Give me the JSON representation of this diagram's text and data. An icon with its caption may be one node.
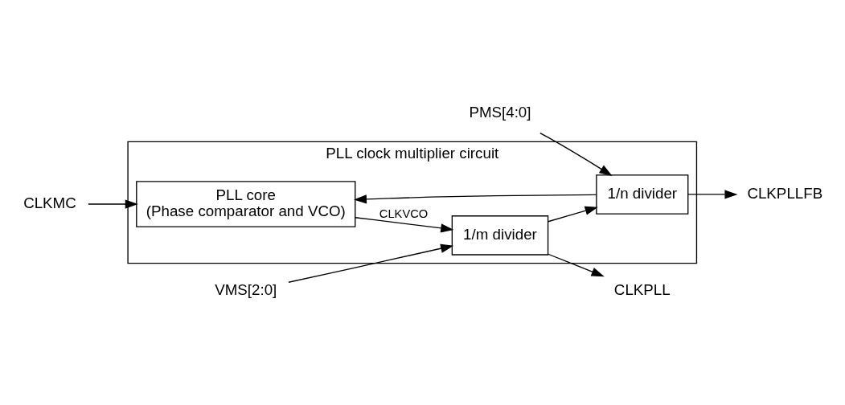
{
  "diagram": {
    "nodes": [
      {
        "text": [
          "PLL clock multiplier circuit"
        ]
      },
      {
        "text": [
          "CLKMC"
        ]
      },
      {
        "text": [
          "PLL core",
          "(Phase comparator and VCO)"
        ],
        "in": 0
      },
      {
        "text": [
          "1/m divider"
        ],
        "in": 0
      },
      {
        "text": [
          "1/n divider"
        ],
        "in": 0
      },
      {
        "text": [
          "CLKPLL"
        ]
      },
      {
        "text": [
          "CLKPLLFB"
        ]
      },
      {
        "text": [
          "PMS[4:0]"
        ]
      },
      {
        "text": [
          "VMS[2:0]"
        ]
      }
    ],
    "edges": [
      {
        "from": 1,
        "to": 2,
        "arrow": "to"
      },
      {
        "from": 2,
        "to": 3,
        "arrow": "to",
        "label": "CLKVCO"
      },
      {
        "from": 3,
        "to": 5,
        "arrow": "to"
      },
      {
        "from": 3,
        "to": 4,
        "arrow": "to"
      },
      {
        "from": 4,
        "to": 2,
        "arrow": "to"
      },
      {
        "from": 4,
        "to": 6,
        "arrow": "to"
      },
      {
        "from": 7,
        "to": 4,
        "arrow": "to"
      },
      {
        "from": 8,
        "to": 3,
        "arrow": "to"
      }
    ]
  }
}
